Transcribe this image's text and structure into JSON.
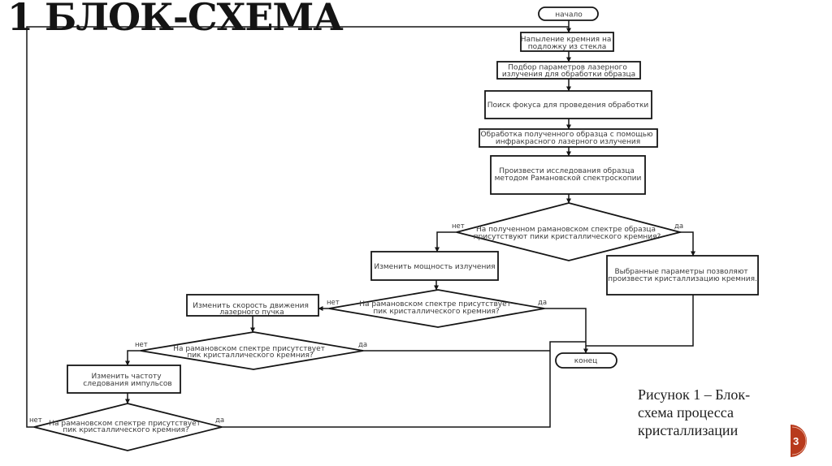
{
  "slide": {
    "title": "1 БЛОК-СХЕМА",
    "caption_lines": [
      "Рисунок 1 – Блок-",
      "схема процесса",
      "кристаллизации"
    ],
    "slide_number": "3",
    "accent_color": "#b83a1c"
  },
  "flowchart": {
    "start": "начало",
    "end": "конец",
    "steps": [
      {
        "lines": [
          "Напыление кремния на",
          "подложку из стекла"
        ]
      },
      {
        "lines": [
          "Подбор параметров лазерного",
          "излучения для обработки образца"
        ]
      },
      {
        "lines": [
          "Поиск фокуса для проведения обработки"
        ]
      },
      {
        "lines": [
          "Обработка полученного образца с помощью",
          "инфракрасного лазерного излучения"
        ]
      },
      {
        "lines": [
          "Произвести исследования образца",
          "методом Рамановской спектроскопии"
        ]
      }
    ],
    "decision_1": {
      "lines": [
        "На полученном рамановском спектре образца",
        "присутствуют пики кристаллического кремния?"
      ],
      "no": "нет",
      "yes": "да"
    },
    "result_box": {
      "lines": [
        "Выбранные параметры позволяют",
        "произвести кристаллизацию кремния."
      ]
    },
    "change_power": {
      "lines": [
        "Изменить мощность излучения"
      ]
    },
    "decision_2": {
      "lines": [
        "На рамановском спектре присутствует",
        "пик кристаллического кремния?"
      ],
      "no": "нет",
      "yes": "да"
    },
    "change_speed": {
      "lines": [
        "Изменить скорость движения",
        "лазерного пучка"
      ]
    },
    "decision_3": {
      "lines": [
        "На рамановском спектре присутствует",
        "пик кристаллического кремния?"
      ],
      "no": "нет",
      "yes": "да"
    },
    "change_frequency": {
      "lines": [
        "Изменить частоту",
        "следования импульсов"
      ]
    },
    "decision_4": {
      "lines": [
        "На рамановском спектре присутствует",
        "пик кристаллического кремния?"
      ],
      "no": "нет",
      "yes": "да"
    }
  }
}
